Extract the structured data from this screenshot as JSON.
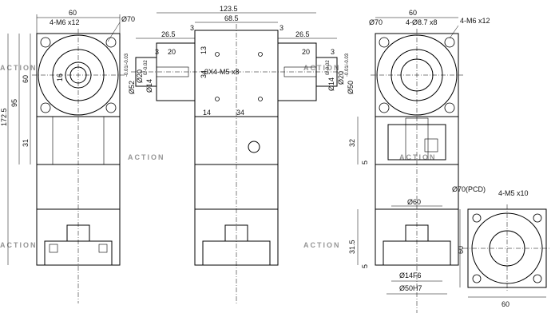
{
  "watermark": [
    "ACTION",
    "ACTION",
    "ACTION",
    "ACTION",
    "ACTION",
    "ACTION"
  ],
  "views": {
    "front": {
      "top_width": "60",
      "bolt_spec": "4-M6 x12",
      "circle_dia": "Ø70",
      "height_60": "60",
      "height_95": "95",
      "height_172": "172.5",
      "shaft_16": "16",
      "height_31": "31"
    },
    "side": {
      "overall": "123.5",
      "span_68": "68.5",
      "left_3": "3",
      "right_3": "3",
      "left_26": "26.5",
      "right_26": "26.5",
      "left_20": "20",
      "right_20": "20",
      "left_3b": "3",
      "right_3b": "3",
      "height_13": "13",
      "height_34": "34",
      "left_d52": "Ø52",
      "left_d52_tol": "-0.01/-0.03",
      "left_d20": "Ø20",
      "left_d14": "Ø14",
      "left_d14_tol": "0/-0.02",
      "right_d14": "Ø14",
      "right_d14_tol": "0/-0.02",
      "right_d20": "Ø20",
      "right_d50": "Ø50",
      "right_d50_tol": "-0.01/-0.03",
      "tap_spec": "3X4-M5 x8",
      "bottom_14": "14",
      "bottom_34": "34"
    },
    "right": {
      "top_width": "60",
      "circle_dia": "Ø70",
      "hole_spec": "4-Ø8.7 x8",
      "tap_spec": "4-M6 x12",
      "height_32": "32",
      "height_5": "5",
      "pcd": "Ø70(PCD)",
      "pcd_tap": "4-M5 x10",
      "pilot": "Ø60",
      "height_31": "31.5",
      "height_5b": "5",
      "shaft": "Ø14F6",
      "spigot": "Ø50H7",
      "flange_h": "60",
      "flange_w": "60"
    }
  }
}
